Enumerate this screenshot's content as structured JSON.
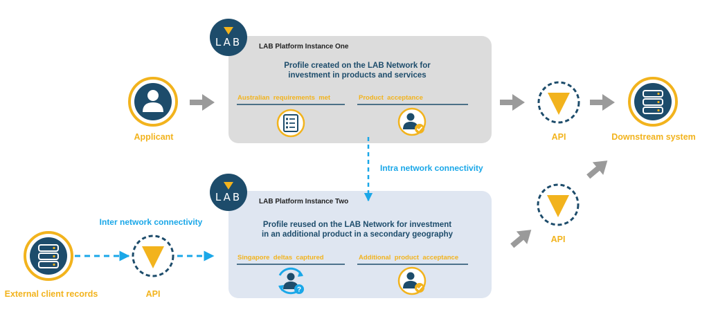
{
  "colors": {
    "navy": "#1d4c6b",
    "yellow": "#f2b31d",
    "cyan": "#1aa7e8",
    "grey_arrow": "#9a9a9a",
    "instance_one_bg": "#dcdcdc",
    "instance_two_bg": "#dfe6f1"
  },
  "logo": {
    "text": "LAB"
  },
  "applicant": {
    "label": "Applicant",
    "icon": "person-icon"
  },
  "instance_one": {
    "title": "LAB Platform Instance One",
    "description_line1": "Profile created on the LAB Network for",
    "description_line2": "investment in products and services",
    "req_label": "Australian  requirements  met",
    "req_icon": "checklist-icon",
    "accept_label": "Product  acceptance",
    "accept_icon": "person-check-icon"
  },
  "intra_connectivity": {
    "label": "Intra network connectivity"
  },
  "instance_two": {
    "title": "LAB Platform Instance Two",
    "description_line1": "Profile reused on the LAB Network for investment",
    "description_line2": "in an additional product in a secondary geography",
    "deltas_label": "Singapore  deltas  captured",
    "deltas_icon": "person-refresh-icon",
    "accept_label": "Additional  product  acceptance",
    "accept_icon": "person-check-icon"
  },
  "api_top": {
    "label": "API",
    "icon": "api-triangle-icon"
  },
  "api_right": {
    "label": "API",
    "icon": "api-triangle-icon"
  },
  "api_left": {
    "label": "API",
    "icon": "api-triangle-icon"
  },
  "downstream": {
    "label": "Downstream system",
    "icon": "database-icon"
  },
  "external": {
    "label": "External client records",
    "icon": "database-icon"
  },
  "inter_connectivity": {
    "label": "Inter network connectivity"
  }
}
